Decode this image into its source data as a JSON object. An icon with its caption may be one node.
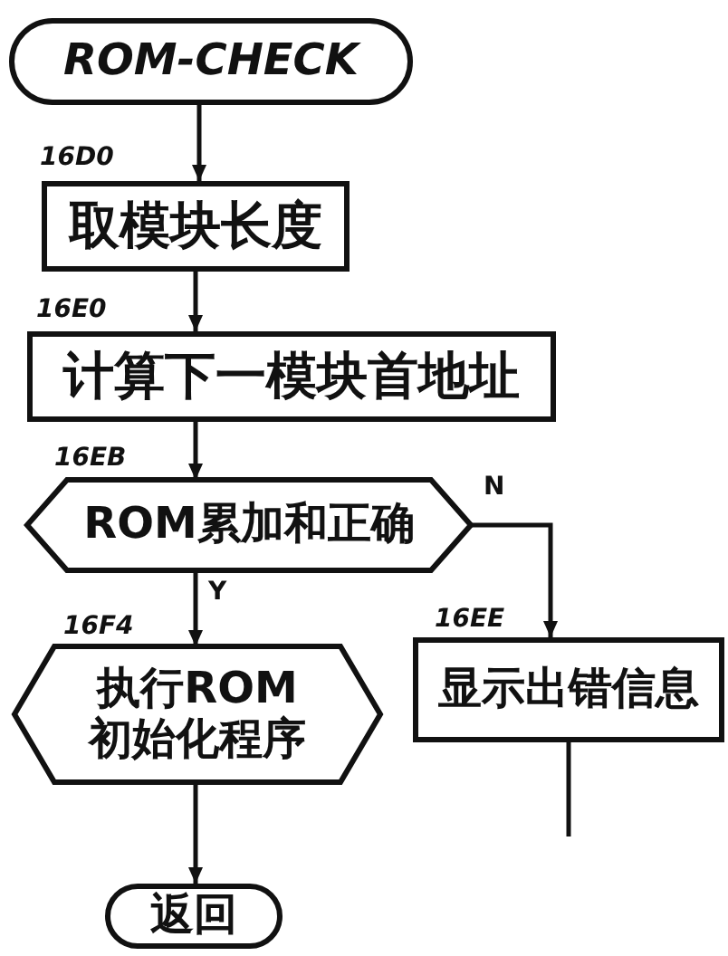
{
  "diagram": {
    "nodes": [
      {
        "text": [
          "ROM-CHECK"
        ]
      },
      {
        "text": [
          "取模块长度"
        ],
        "beside": [
          "16D0"
        ]
      },
      {
        "text": [
          "计算下一模块首地址"
        ],
        "beside": [
          "16E0"
        ]
      },
      {
        "text": [
          "ROM累加和正确"
        ],
        "beside": [
          "16EB"
        ]
      },
      {
        "text": [
          "执行ROM初始化程序"
        ],
        "beside": [
          "16F4"
        ]
      },
      {
        "text": [
          "显示出错信息"
        ],
        "beside": [
          "16EE"
        ]
      },
      {
        "text": [
          "返回"
        ]
      }
    ],
    "edges": [
      {
        "from": 0,
        "to": 1,
        "arrow": "to"
      },
      {
        "from": 1,
        "to": 2,
        "arrow": "to"
      },
      {
        "from": 2,
        "to": 3,
        "arrow": "to"
      },
      {
        "from": 3,
        "to": 4,
        "arrow": "to",
        "label": "Y"
      },
      {
        "from": 3,
        "to": 5,
        "arrow": "to",
        "label": "N"
      },
      {
        "from": 4,
        "to": 6,
        "arrow": "to"
      },
      {
        "from": 5,
        "to": null,
        "arrow": "none"
      }
    ]
  }
}
